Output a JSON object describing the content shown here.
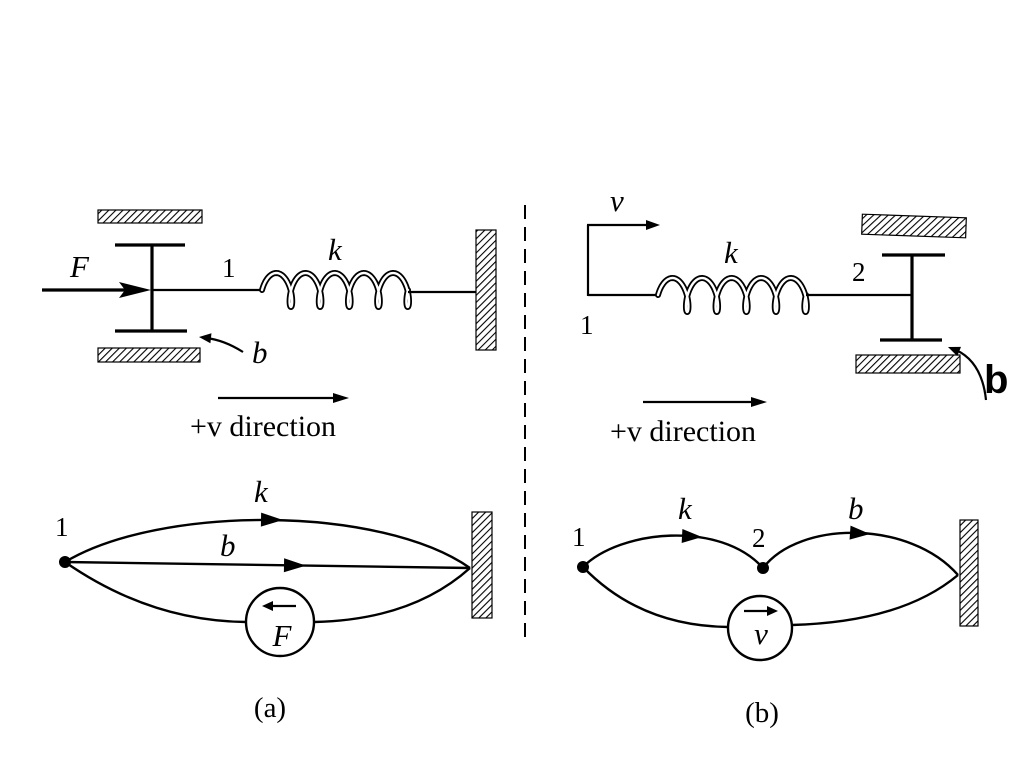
{
  "panel_a": {
    "system": {
      "force_label": "F",
      "node_label": "1",
      "spring_label": "k",
      "damper_label": "b",
      "direction_label": "+v direction"
    },
    "graph": {
      "node_label": "1",
      "spring_label": "k",
      "damper_label": "b",
      "source_label": "F"
    },
    "caption": "(a)"
  },
  "panel_b": {
    "system": {
      "velocity_label": "v",
      "node1_label": "1",
      "spring_label": "k",
      "node2_label": "2",
      "damper_label": "b",
      "direction_label": "+v direction"
    },
    "graph": {
      "node1_label": "1",
      "spring_label": "k",
      "node2_label": "2",
      "damper_label": "b",
      "source_label": "v"
    },
    "caption": "(b)"
  }
}
